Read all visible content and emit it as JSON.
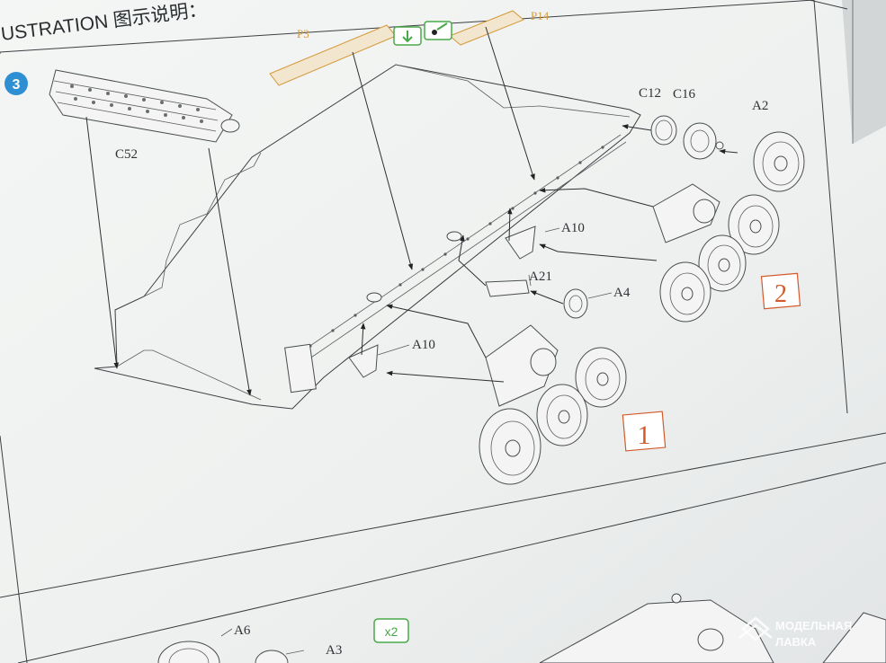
{
  "header": {
    "title": "USTRATION 图示说明："
  },
  "step": {
    "number": "3"
  },
  "labels": {
    "c52": "C52",
    "p3": "P3",
    "p14": "P14",
    "c12": "C12",
    "c16": "C16",
    "a2": "A2",
    "a10_upper": "A10",
    "a21": "A21",
    "a4": "A4",
    "a10_lower": "A10",
    "a6": "A6",
    "a3": "A3"
  },
  "assembly_boxes": {
    "box1": "1",
    "box2": "2"
  },
  "badge": {
    "x2": "x2"
  },
  "watermark": {
    "line1": "МОДЕЛЬНАЯ",
    "line2": "ЛАВКА"
  },
  "colors": {
    "paper": "#f1f3f2",
    "ink": "#3c3f42",
    "step_badge": "#2f8fd3",
    "assembly_box": "#d35a2a",
    "option_green": "#4aa84a",
    "photoetch_gold": "#d59a3c"
  },
  "icons": [
    "step-number-badge",
    "fold-option-icon",
    "bend-option-icon",
    "watermark-logo-icon"
  ]
}
